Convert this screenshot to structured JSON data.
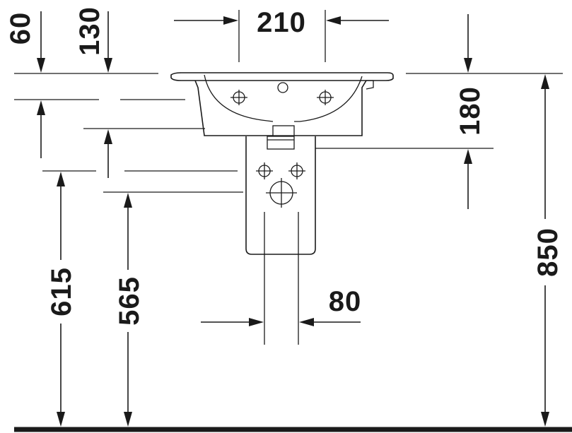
{
  "dimensions": {
    "d60": "60",
    "d130": "130",
    "d210": "210",
    "d180": "180",
    "d615": "615",
    "d565": "565",
    "d80": "80",
    "d850": "850"
  },
  "colors": {
    "ink": "#1a1a1a",
    "background": "#ffffff"
  }
}
